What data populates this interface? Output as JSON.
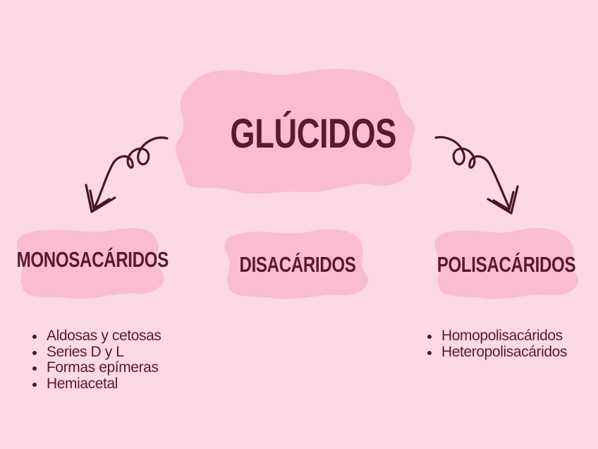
{
  "diagram": {
    "title": "GLÚCIDOS",
    "branches": [
      {
        "label": "MONOSACÁRIDOS",
        "items": [
          "Aldosas y cetosas",
          "Series D y L",
          "Formas epímeras",
          "Hemiacetal"
        ]
      },
      {
        "label": "DISACÁRIDOS",
        "items": []
      },
      {
        "label": "POLISACÁRIDOS",
        "items": [
          "Homopolisacáridos",
          "Heteropolisacáridos"
        ]
      }
    ]
  },
  "colors": {
    "background": "#fcd9e4",
    "blob": "#f9bcd1",
    "text": "#5a1a2c",
    "arrow": "#4a1424"
  }
}
